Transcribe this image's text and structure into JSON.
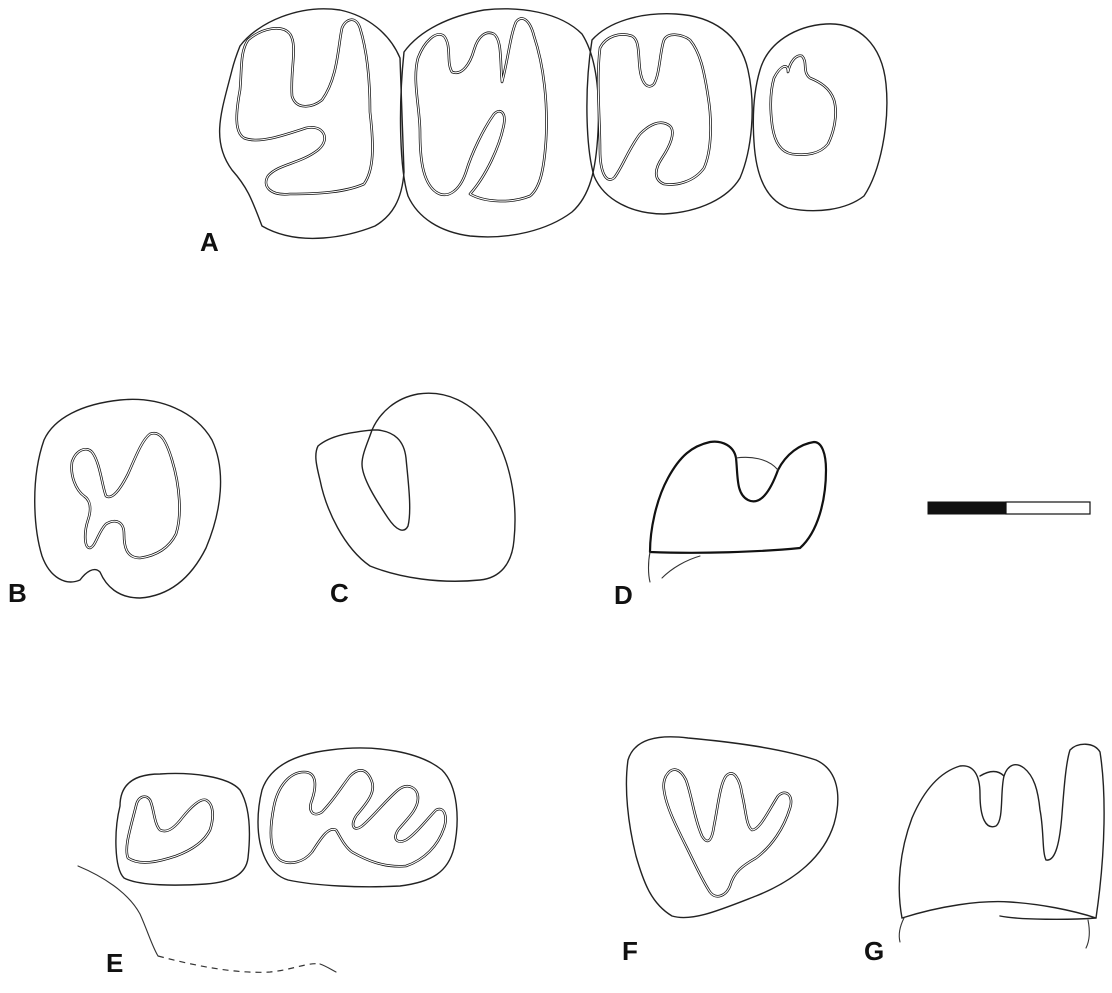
{
  "figure": {
    "panel_labels": {
      "A": "A",
      "B": "B",
      "C": "C",
      "D": "D",
      "E": "E",
      "F": "F",
      "G": "G"
    },
    "scale_bar": {
      "dark_color": "#111111",
      "light_color": "#ffffff"
    }
  }
}
